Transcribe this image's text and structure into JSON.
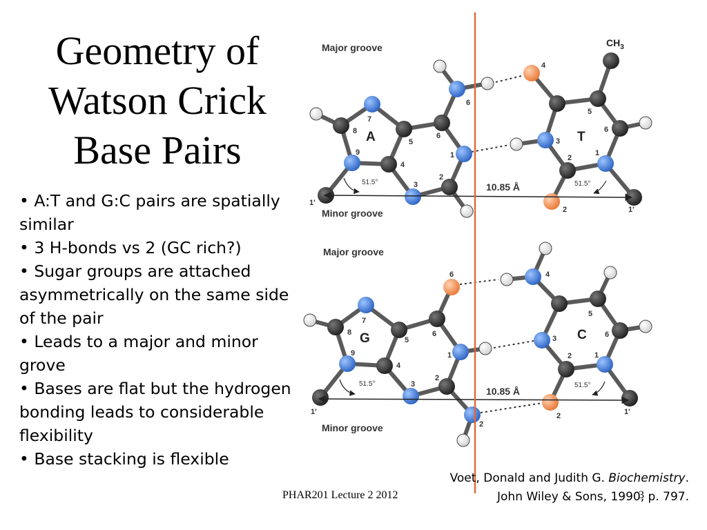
{
  "slide": {
    "title_lines": [
      "Geometry of",
      "Watson Crick",
      "Base Pairs"
    ],
    "bullets": [
      "• A:T and G:C pairs are spatially similar",
      "• 3 H-bonds vs 2 (GC rich?)",
      "• Sugar groups are attached asymmetrically on the same side of the pair",
      "• Leads to a major and minor grove",
      "• Bases are flat but the hydrogen bonding leads to considerable flexibility",
      "• Base stacking is flexible"
    ],
    "citation": {
      "line1_prefix": "Voet, Donald and Judith G.  ",
      "line1_italic": "Biochemistry",
      "line1_suffix": ".",
      "line2": "John Wiley & Sons, 1990, p. 797."
    },
    "footer_course": "PHAR201 Lecture 2 2012",
    "slide_number": "3"
  },
  "figure": {
    "colors": {
      "carbon": "#2f2f2f",
      "nitrogen": "#3a78d6",
      "oxygen": "#f08a4b",
      "hydrogen": "#ffffff",
      "bond": "#5a5a5a",
      "axis_line": "#e06a3a"
    },
    "at_pair": {
      "major_groove": "Major groove",
      "minor_groove": "Minor groove",
      "distance": "10.85 Å",
      "angle_left": "51.5°",
      "angle_right": "51.5°",
      "base_left": "A",
      "base_right": "T",
      "methyl": "CH",
      "methyl_sub": "3",
      "sugar_left": "1'",
      "sugar_right": "1'",
      "numbers_left": [
        "7",
        "8",
        "9",
        "4",
        "5",
        "6",
        "3",
        "2",
        "1",
        "6"
      ],
      "numbers_right": [
        "4",
        "5",
        "6",
        "3",
        "1",
        "2",
        "2"
      ]
    },
    "gc_pair": {
      "major_groove": "Major groove",
      "minor_groove": "Minor groove",
      "distance": "10.85 Å",
      "angle_left": "51.5°",
      "angle_right": "51.5°",
      "base_left": "G",
      "base_right": "C",
      "sugar_left": "1'",
      "sugar_right": "1'",
      "numbers_left": [
        "7",
        "8",
        "9",
        "4",
        "5",
        "6",
        "6",
        "3",
        "2",
        "1",
        "2"
      ],
      "numbers_right": [
        "4",
        "5",
        "6",
        "3",
        "1",
        "2",
        "2"
      ]
    }
  }
}
